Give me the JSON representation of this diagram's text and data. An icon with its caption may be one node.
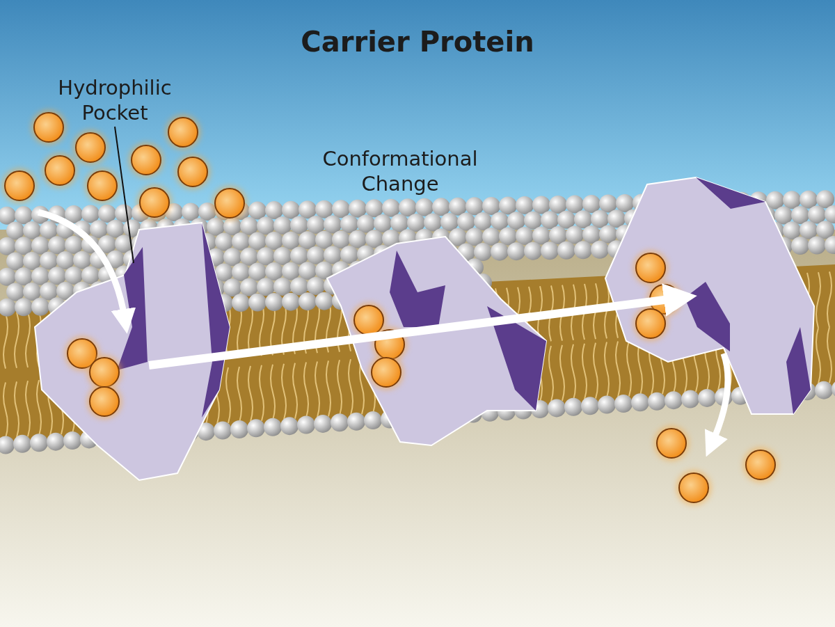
{
  "diagram": {
    "title": "Carrier Protein",
    "nodes": [
      {
        "text": [
          "Hydrophilic Pocket"
        ]
      },
      {
        "text": [],
        "shape": "picture"
      },
      {
        "text": [],
        "shape": "picture"
      },
      {
        "text": [],
        "shape": "picture"
      }
    ],
    "edges": [
      {
        "from": 0,
        "to": 1,
        "arrow": "none",
        "color": "#111111"
      },
      {
        "from": null,
        "to": 1,
        "arrow": "to"
      },
      {
        "from": 1,
        "to": 3,
        "arrow": "to"
      },
      {
        "from": 3,
        "to": null,
        "arrow": "to"
      }
    ],
    "labels": [
      "Conformational Change"
    ]
  }
}
